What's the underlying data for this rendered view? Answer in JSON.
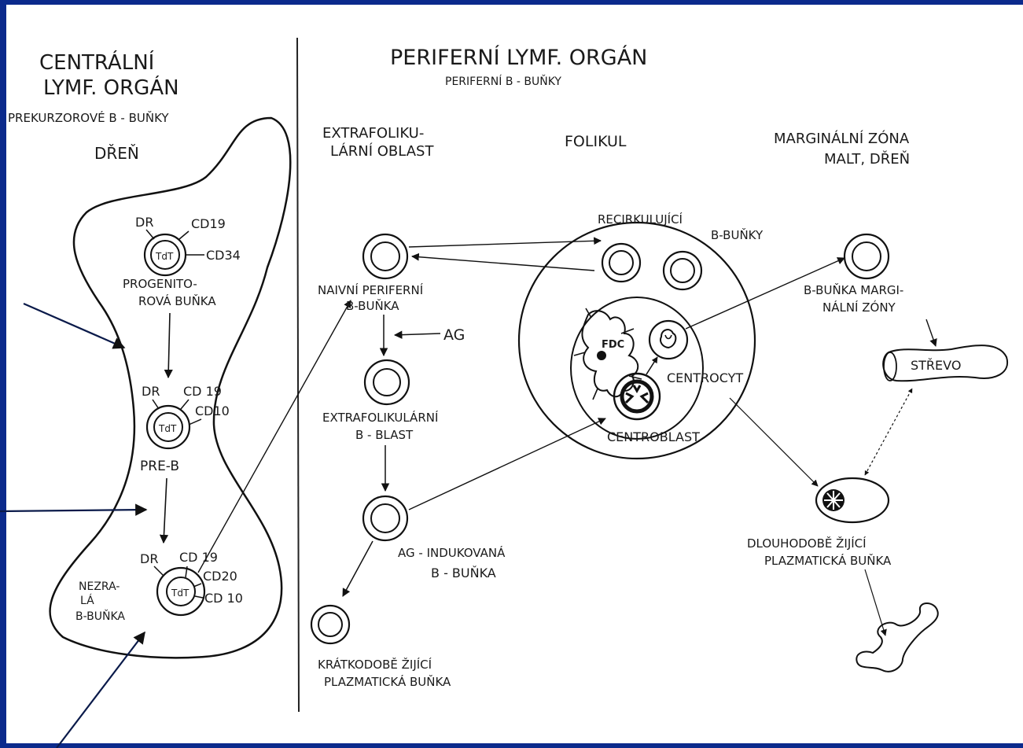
{
  "central": {
    "title1": "CENTRÁLNÍ",
    "title2": "LYMF. ORGÁN",
    "subtitle": "PREKURZOROVÉ B - BUŇKY",
    "organ": "DŘEŇ",
    "cells": {
      "progenitor": {
        "marker_dr": "DR",
        "marker_cd19": "CD19",
        "marker_cd34": "CD34",
        "inner": "TdT",
        "label1": "PROGENITO-",
        "label2": "ROVÁ BUŇKA"
      },
      "preb": {
        "marker_dr": "DR",
        "marker_cd19": "CD 19",
        "marker_cd10": "CD10",
        "inner": "TdT",
        "label": "PRE-B"
      },
      "immature": {
        "marker_dr": "DR",
        "marker_cd19": "CD 19",
        "marker_cd20": "CD20",
        "marker_cd10": "CD 10",
        "inner": "TdT",
        "label1": "NEZRA-",
        "label2": "LÁ",
        "label3": "B-BUŇKA"
      }
    }
  },
  "peripheral": {
    "title": "PERIFERNÍ LYMF. ORGÁN",
    "subtitle": "PERIFERNÍ B - BUŇKY",
    "col_extra1": "EXTRAFOLIKU-",
    "col_extra2": "LÁRNÍ OBLAST",
    "col_folikul": "FOLIKUL",
    "col_marginal1": "MARGINÁLNÍ ZÓNA",
    "col_marginal2": "MALT, DŘEŇ",
    "naive1": "NAIVNÍ PERIFERNÍ",
    "naive2": "B-BUŇKA",
    "ag": "AG",
    "extrablast1": "EXTRAFOLIKULÁRNÍ",
    "extrablast2": "B - BLAST",
    "agcell1": "AG - INDUKOVANÁ",
    "agcell2": "B - BUŇKA",
    "shortplasma1": "KRÁTKODOBĚ ŽIJÍCÍ",
    "shortplasma2": "PLAZMATICKÁ BUŇKA",
    "recirc1": "RECIRKULUJÍCÍ",
    "recirc2": "B-BUŇKY",
    "fdc": "FDC",
    "centrocyt": "CENTROCYT",
    "centroblast": "CENTROBLAST",
    "marginal1": "B-BUŇKA MARGI-",
    "marginal2": "NÁLNÍ ZÓNY",
    "strevo": "STŘEVO",
    "longplasma1": "DLOUHODOBĚ ŽIJÍCÍ",
    "longplasma2": "PLAZMATICKÁ BUŇKA"
  },
  "colors": {
    "frame": "#0b2a8c",
    "ink": "#111111",
    "paper": "#ffffff"
  }
}
